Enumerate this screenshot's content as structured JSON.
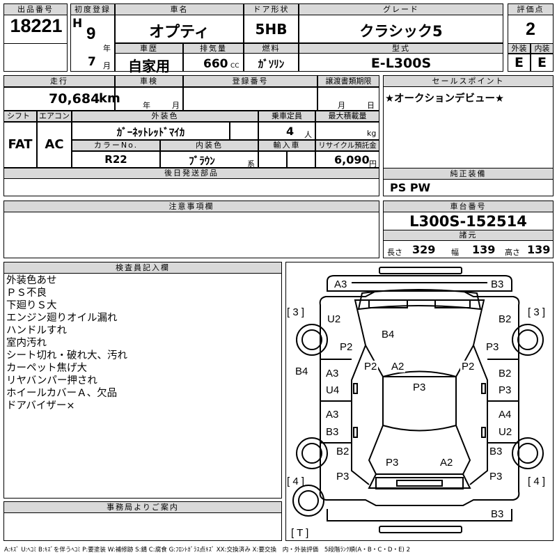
{
  "lot": {
    "label": "出品番号",
    "value": "18221"
  },
  "first_reg": {
    "label": "初度登録",
    "era": "H",
    "year": "9",
    "year_unit": "年",
    "month": "7",
    "month_unit": "月"
  },
  "car_name": {
    "label": "車名",
    "value": "オプティ"
  },
  "door": {
    "label": "ドア形状",
    "value": "5HB"
  },
  "grade": {
    "label": "グレード",
    "value": "クラシック5"
  },
  "score": {
    "label": "評価点",
    "value": "2"
  },
  "history": {
    "label": "車歴",
    "value": "自家用"
  },
  "displacement": {
    "label": "排気量",
    "value": "660",
    "unit": "CC"
  },
  "fuel": {
    "label": "燃料",
    "value": "ｶﾞｿﾘﾝ"
  },
  "model": {
    "label": "型式",
    "value": "E-L300S"
  },
  "exterior_grade": {
    "label": "外装",
    "value": "E"
  },
  "interior_grade": {
    "label": "内装",
    "value": "E"
  },
  "mileage": {
    "label": "走行",
    "value": "70,684",
    "unit": "km"
  },
  "inspection": {
    "label": "車検",
    "year_unit": "年",
    "month_unit": "月"
  },
  "registration": {
    "label": "登録番号"
  },
  "transfer_deadline": {
    "label": "譲渡書類期限",
    "month_unit": "月",
    "day_unit": "日"
  },
  "sales_point": {
    "label": "セールスポイント",
    "value": "★オークションデビュー★"
  },
  "shift": {
    "label": "シフト",
    "value": "FAT"
  },
  "aircon": {
    "label": "エアコン",
    "value": "AC"
  },
  "exterior_color": {
    "label": "外装色",
    "value": "ｶﾞｰﾈｯﾄﾚｯﾄﾞﾏｲｶ"
  },
  "capacity": {
    "label": "乗車定員",
    "value": "4",
    "unit": "人"
  },
  "max_load": {
    "label": "最大積載量",
    "unit": "kg"
  },
  "color_no": {
    "label": "カラーNo.",
    "value": "R22"
  },
  "interior_color": {
    "label": "内装色",
    "value": "ﾌﾞﾗｳﾝ",
    "suffix": "系"
  },
  "import": {
    "label": "輸入車"
  },
  "recycle": {
    "label": "リサイクル預託金",
    "value": "6,090",
    "unit": "円"
  },
  "later_parts": {
    "label": "後日発送部品"
  },
  "equipment": {
    "label": "純正装備",
    "value": "PS PW"
  },
  "caution": {
    "label": "注意事項欄"
  },
  "chassis": {
    "label": "車台番号",
    "value": "L300S-152514"
  },
  "specs": {
    "label": "諸元",
    "length_label": "長さ",
    "length": "329",
    "width_label": "幅",
    "width": "139",
    "height_label": "高さ",
    "height": "139"
  },
  "inspector": {
    "label": "検査員記入欄",
    "notes": [
      "外装色あせ",
      "ＰＳ不良",
      "下廻りＳ大",
      "エンジン廻りオイル漏れ",
      "ハンドルすれ",
      "室内汚れ",
      "シート切れ・破れ大、汚れ",
      "カーペット焦げ大",
      "リヤバンパー押され",
      "ホイールカバーＡ、欠品",
      "ドアバイザー×"
    ]
  },
  "office": {
    "label": "事務局よりご案内"
  },
  "diagram": {
    "marks": {
      "front_l": "A3",
      "front_r": "B3",
      "tire_fl": "[ 3 ]",
      "tire_fr": "[ 3 ]",
      "tire_rl": "[ 4 ]",
      "tire_rr": "[ 4 ]",
      "spare": "[ T ]",
      "fender_fl": "U2",
      "fender_fr": "B2",
      "hood": "B4",
      "pillar_l": "P2",
      "pillar_r": "P3",
      "roof_l": "P2",
      "roof_c": "A2",
      "roof_r": "P2",
      "side_l": "B4",
      "door_fl_1": "A3",
      "door_fl_2": "U4",
      "door_fr_1": "B2",
      "door_fr_2": "P3",
      "roof_main": "P3",
      "door_rl_1": "A3",
      "door_rl_2": "B3",
      "door_rr_1": "A4",
      "door_rr_2": "U2",
      "qtr_l": "B2",
      "qtr_r": "B3",
      "rear_l": "P3",
      "rear_c": "P3",
      "rear_c2": "A2",
      "rear_r": "P3",
      "bumper_r": "B3"
    }
  },
  "legend": "A:ｷｽﾞ U:ﾍｺﾐ B:ｷｽﾞを伴うﾍｺﾐ P:要塗装 W:補修跡 S:錆 C:腐食 G:ﾌﾛﾝﾄｶﾞﾗｽ点ｷｽﾞ XX:交換済み X:要交換　内・外装評価　5段階ﾗﾝｸ順(A・B・C・D・E) 2"
}
